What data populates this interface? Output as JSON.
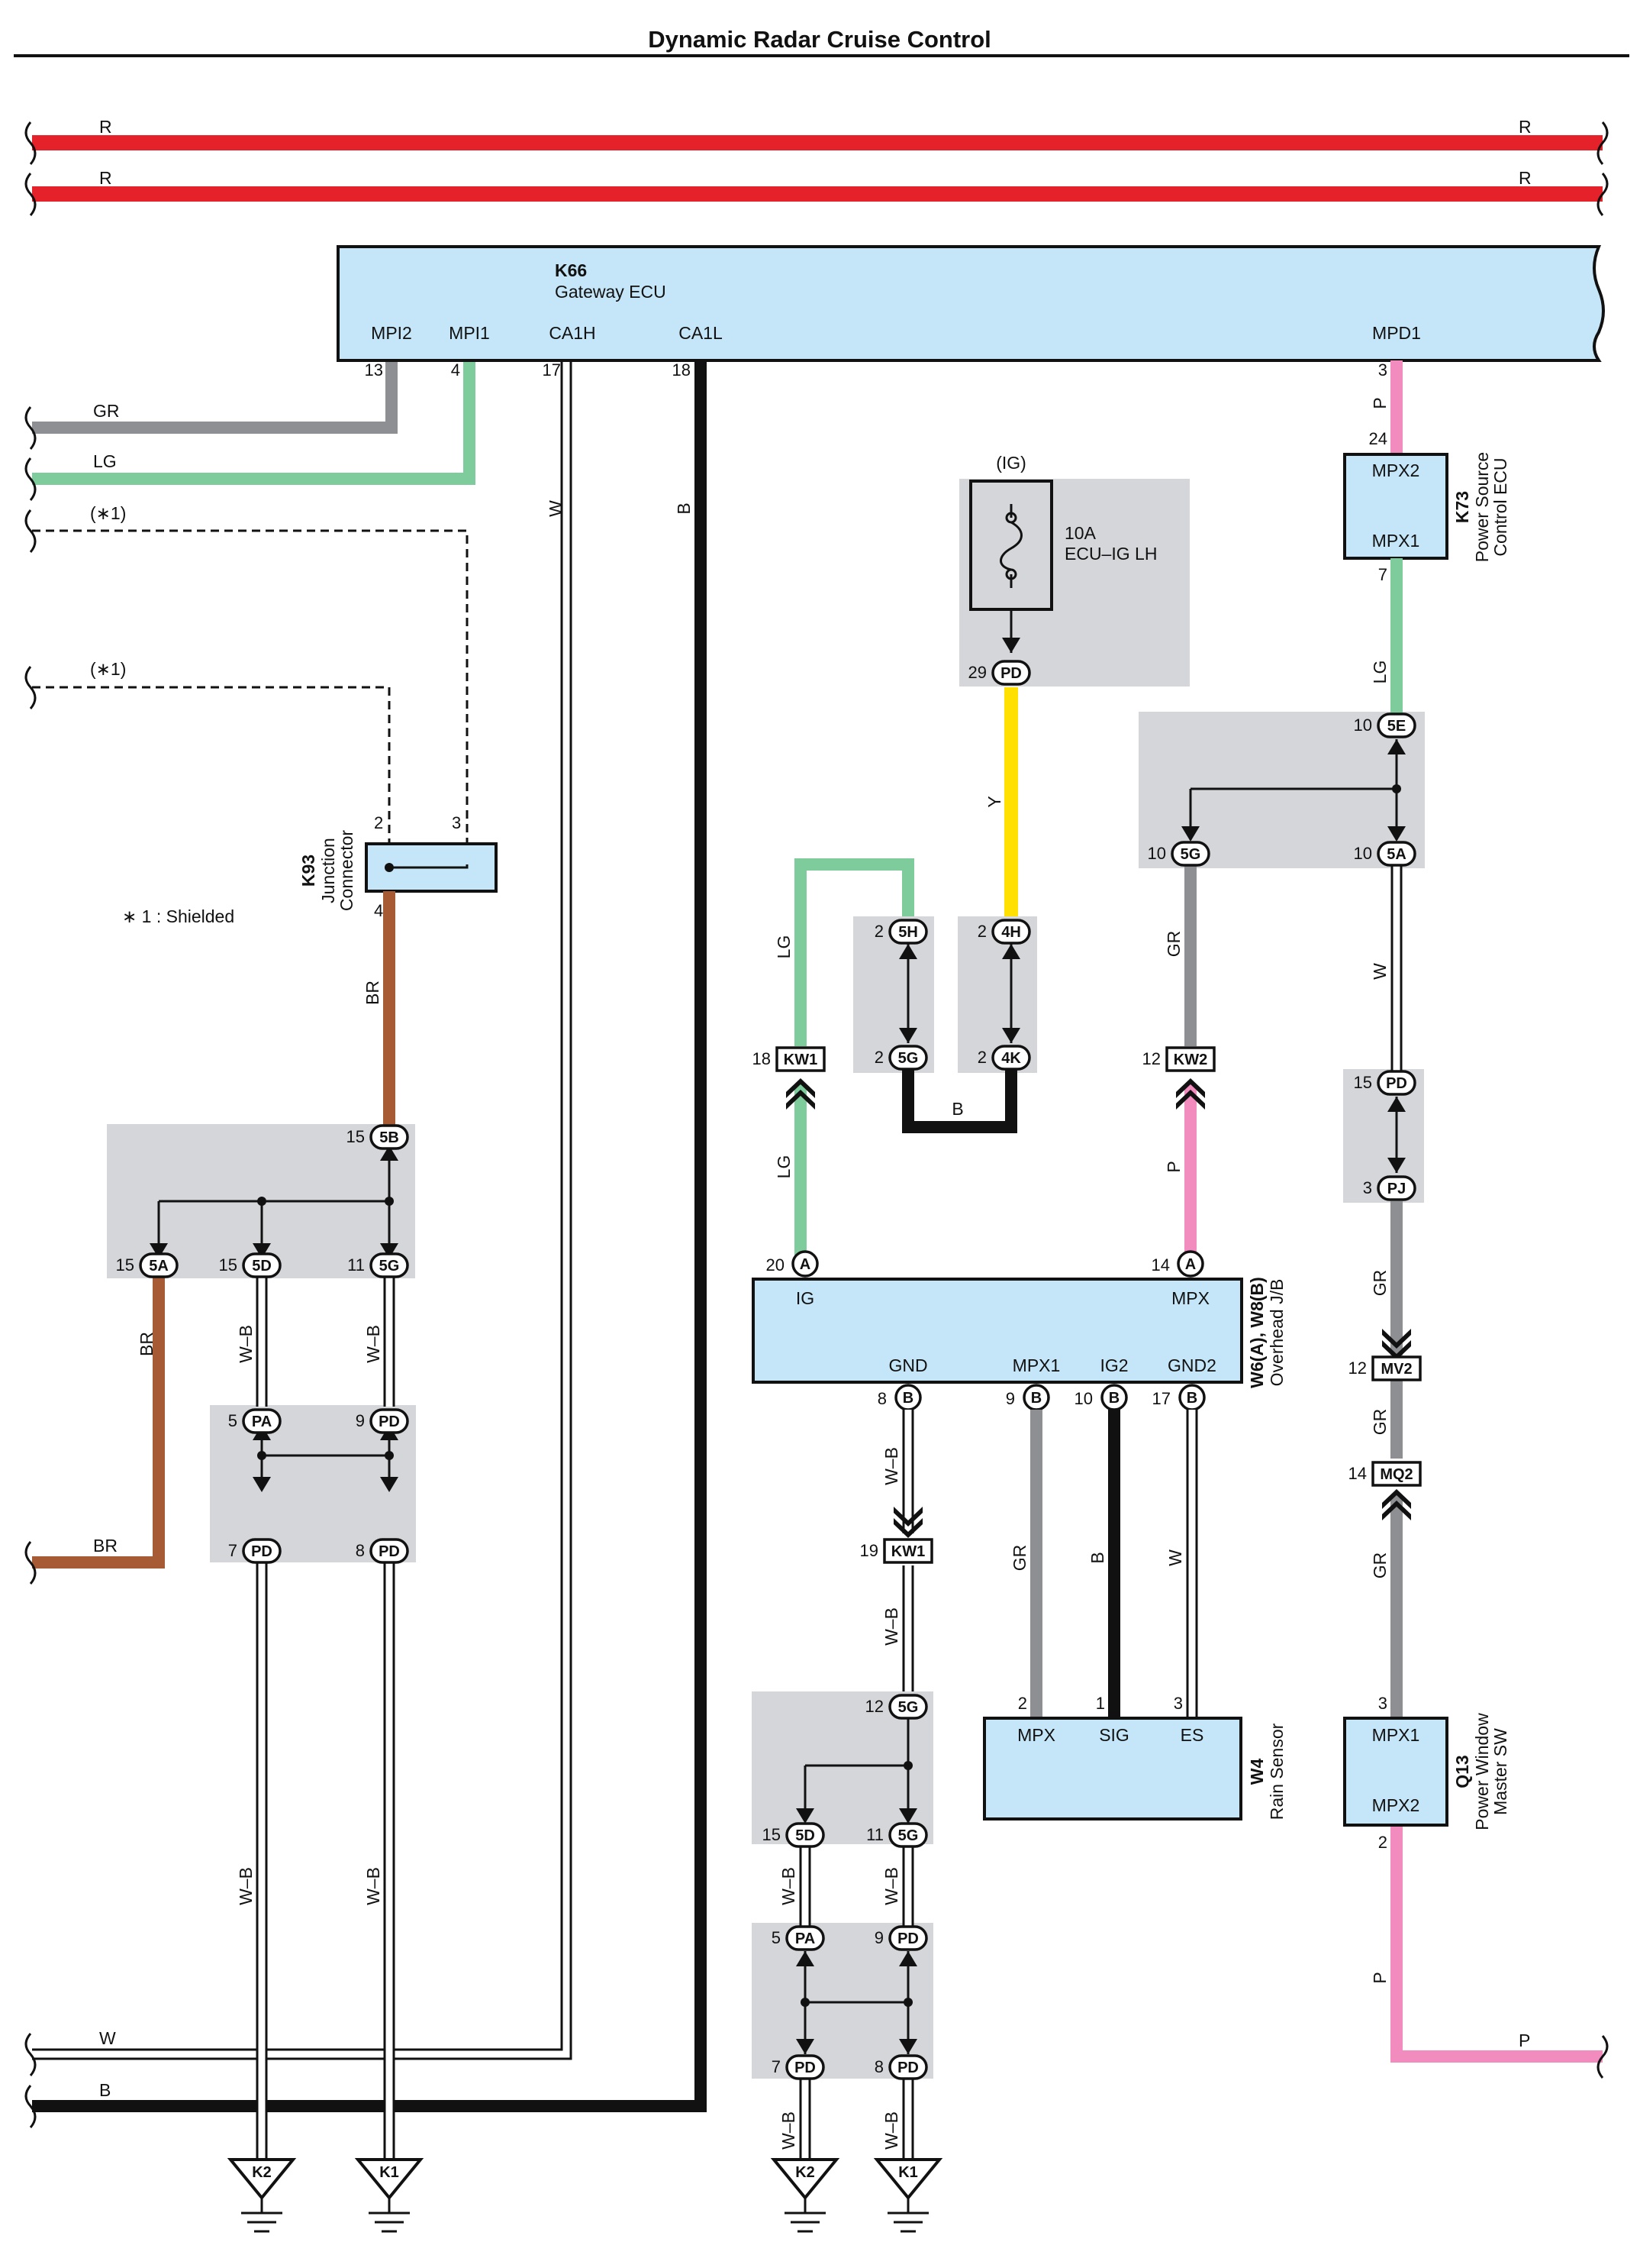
{
  "title": "Dynamic Radar Cruise Control",
  "colors": {
    "R": "#e52129",
    "GR": "#8e8f92",
    "LG": "#7ecb9b",
    "BR": "#a65b34",
    "Y": "#ffe000",
    "P": "#f28cbf",
    "B": "#111111",
    "W": "#ffffff",
    "WB": "#ffffff",
    "shade": "#d5d6d9",
    "ecu": "#c5e6f8"
  },
  "note": "∗ 1 : Shielded",
  "bus_wires": {
    "top1": "R",
    "top1_right": "R",
    "top2": "R",
    "top2_right": "R",
    "left_gr": "GR",
    "left_lg": "LG",
    "shield1": "(∗1)",
    "shield2": "(∗1)",
    "left_br": "BR",
    "bottom_w": "W",
    "bottom_b": "B",
    "bottom_p": "P"
  },
  "components": {
    "k66": {
      "code": "K66",
      "name": "Gateway ECU",
      "terms": [
        "MPI2",
        "MPI1",
        "CA1H",
        "CA1L",
        "MPD1"
      ],
      "pins": [
        "13",
        "4",
        "17",
        "18",
        "3"
      ]
    },
    "k93": {
      "code": "K93",
      "name1": "Junction",
      "name2": "Connector",
      "pins": [
        "2",
        "3",
        "4"
      ]
    },
    "fuse": {
      "ig": "(IG)",
      "amp": "10A",
      "name": "ECU–IG LH",
      "pin": "29",
      "conn": "PD"
    },
    "k73": {
      "code": "K73",
      "name1": "Power Source",
      "name2": "Control ECU",
      "terms": [
        "MPX2",
        "MPX1"
      ],
      "pins": [
        "24",
        "7"
      ]
    },
    "w6": {
      "code": "W6(A), W8(B)",
      "name": "Overhead J/B",
      "terms": [
        "IG",
        "MPX",
        "GND",
        "MPX1",
        "IG2",
        "GND2"
      ],
      "pins": [
        "20",
        "14",
        "8",
        "9",
        "10",
        "17"
      ],
      "conns": [
        "A",
        "A",
        "B",
        "B",
        "B",
        "B"
      ]
    },
    "w4": {
      "code": "W4",
      "name": "Rain Sensor",
      "terms": [
        "MPX",
        "SIG",
        "ES"
      ],
      "pins": [
        "2",
        "1",
        "3"
      ]
    },
    "q13": {
      "code": "Q13",
      "name1": "Power Window",
      "name2": "Master SW",
      "terms": [
        "MPX1",
        "MPX2"
      ],
      "pins": [
        "3",
        "2"
      ]
    }
  },
  "wire_labels": {
    "p_k66": "P",
    "w_ca1h": "W",
    "b_ca1l": "B",
    "br_k93": "BR",
    "y_fuse": "Y",
    "lg_k73": "LG",
    "gr_5g": "GR",
    "w_5a": "W",
    "lg_top": "LG",
    "lg_bot": "LG",
    "b_loop": "B",
    "p_kw2": "P",
    "gr_pj": "GR",
    "gr_mv2": "GR",
    "gr_mq2": "GR",
    "p_q13": "P",
    "br_5a": "BR",
    "wb_5d": "W–B",
    "wb_5g": "W–B",
    "wb_pd7": "W–B",
    "wb_pd8": "W–B",
    "wb_gnd": "W–B",
    "wb_kw1": "W–B",
    "gr_mpx1": "GR",
    "b_ig2": "B",
    "w_gnd2": "W",
    "wb_r5d": "W–B",
    "wb_r5g": "W–B",
    "wb_rpd7": "W–B",
    "wb_rpd8": "W–B"
  },
  "connectors": {
    "c5b": {
      "pin": "15",
      "code": "5B"
    },
    "c5a": {
      "pin": "15",
      "code": "5A"
    },
    "c5d": {
      "pin": "15",
      "code": "5D"
    },
    "c5g": {
      "pin": "11",
      "code": "5G"
    },
    "cpa": {
      "pin": "5",
      "code": "PA"
    },
    "cpd9": {
      "pin": "9",
      "code": "PD"
    },
    "cpd7": {
      "pin": "7",
      "code": "PD"
    },
    "cpd8": {
      "pin": "8",
      "code": "PD"
    },
    "c5h": {
      "pin": "2",
      "code": "5H"
    },
    "c5g2": {
      "pin": "2",
      "code": "5G"
    },
    "c4h": {
      "pin": "2",
      "code": "4H"
    },
    "c4k": {
      "pin": "2",
      "code": "4K"
    },
    "ckw1a": {
      "pin": "18",
      "code": "KW1"
    },
    "ckw2": {
      "pin": "12",
      "code": "KW2"
    },
    "c5e": {
      "pin": "10",
      "code": "5E"
    },
    "c5gr": {
      "pin": "10",
      "code": "5G"
    },
    "c5ar": {
      "pin": "10",
      "code": "5A"
    },
    "cpd15": {
      "pin": "15",
      "code": "PD"
    },
    "cpj": {
      "pin": "3",
      "code": "PJ"
    },
    "cmv2": {
      "pin": "12",
      "code": "MV2"
    },
    "cmq2": {
      "pin": "14",
      "code": "MQ2"
    },
    "ckw1b": {
      "pin": "19",
      "code": "KW1"
    },
    "cr5g12": {
      "pin": "12",
      "code": "5G"
    },
    "cr5d": {
      "pin": "15",
      "code": "5D"
    },
    "cr5g11": {
      "pin": "11",
      "code": "5G"
    },
    "crpa": {
      "pin": "5",
      "code": "PA"
    },
    "crpd9": {
      "pin": "9",
      "code": "PD"
    },
    "crpd7": {
      "pin": "7",
      "code": "PD"
    },
    "crpd8": {
      "pin": "8",
      "code": "PD"
    }
  },
  "grounds": [
    "K2",
    "K1",
    "K2",
    "K1"
  ]
}
